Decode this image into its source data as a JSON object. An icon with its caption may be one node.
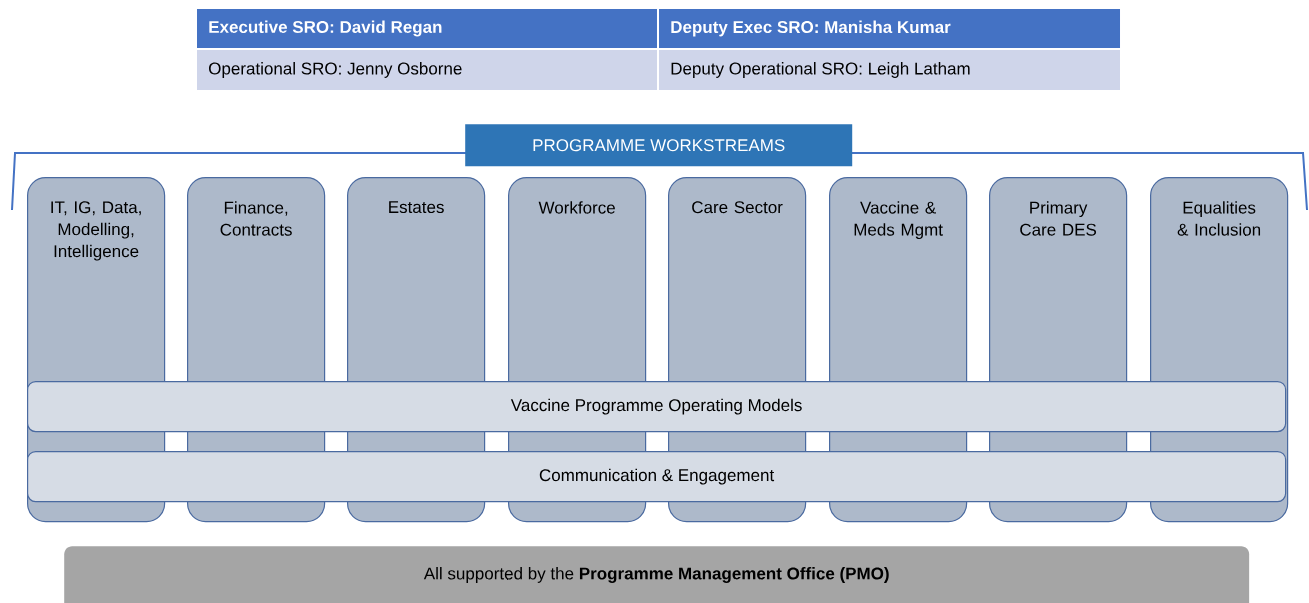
{
  "diagram": {
    "nodes": [
      {
        "text": [
          "PROGRAMME WORKSTREAMS"
        ]
      },
      {
        "text": [
          "IT, IG, Data, Modelling, Intelligence"
        ]
      },
      {
        "text": [
          "Finance, Contracts"
        ]
      },
      {
        "text": [
          "Estates"
        ]
      },
      {
        "text": [
          "Workforce"
        ]
      },
      {
        "text": [
          "Care Sector"
        ]
      },
      {
        "text": [
          "Vaccine & Meds Mgmt"
        ]
      },
      {
        "text": [
          "Primary Care DES"
        ]
      },
      {
        "text": [
          "Equalities & Inclusion"
        ]
      },
      {
        "text": [
          "Vaccine Programme Operating Models"
        ]
      },
      {
        "text": [
          "Communication & Engagement"
        ]
      },
      {
        "text": [
          "All supported by the **Programme Management Office (PMO)**"
        ]
      }
    ],
    "labels": [
      "Executive SRO: David Regan",
      "Deputy Exec SRO: Manisha Kumar",
      "Operational SRO: Jenny Osborne",
      "Deputy Operational SRO: Leigh Latham"
    ]
  }
}
